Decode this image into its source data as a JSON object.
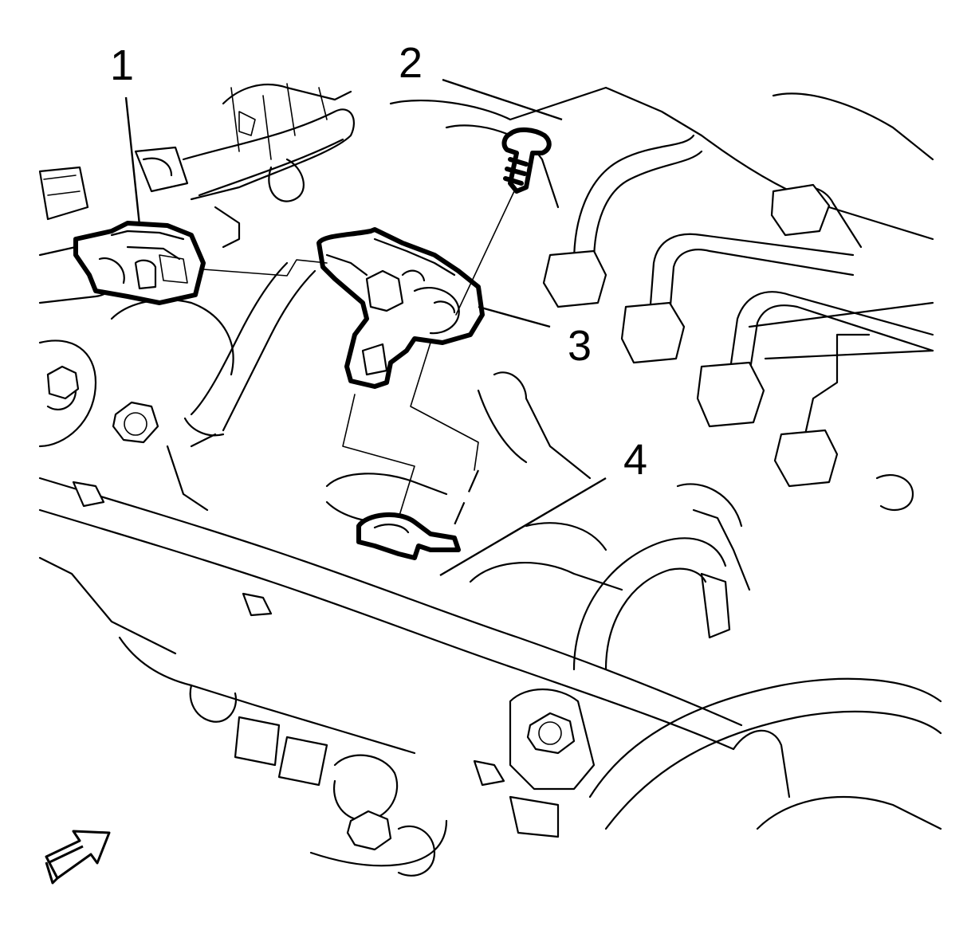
{
  "figure": {
    "callouts": [
      {
        "id": "1",
        "label": "1"
      },
      {
        "id": "2",
        "label": "2"
      },
      {
        "id": "3",
        "label": "3"
      },
      {
        "id": "4",
        "label": "4"
      }
    ],
    "orientation_icon": "arrow-up-right-icon"
  }
}
